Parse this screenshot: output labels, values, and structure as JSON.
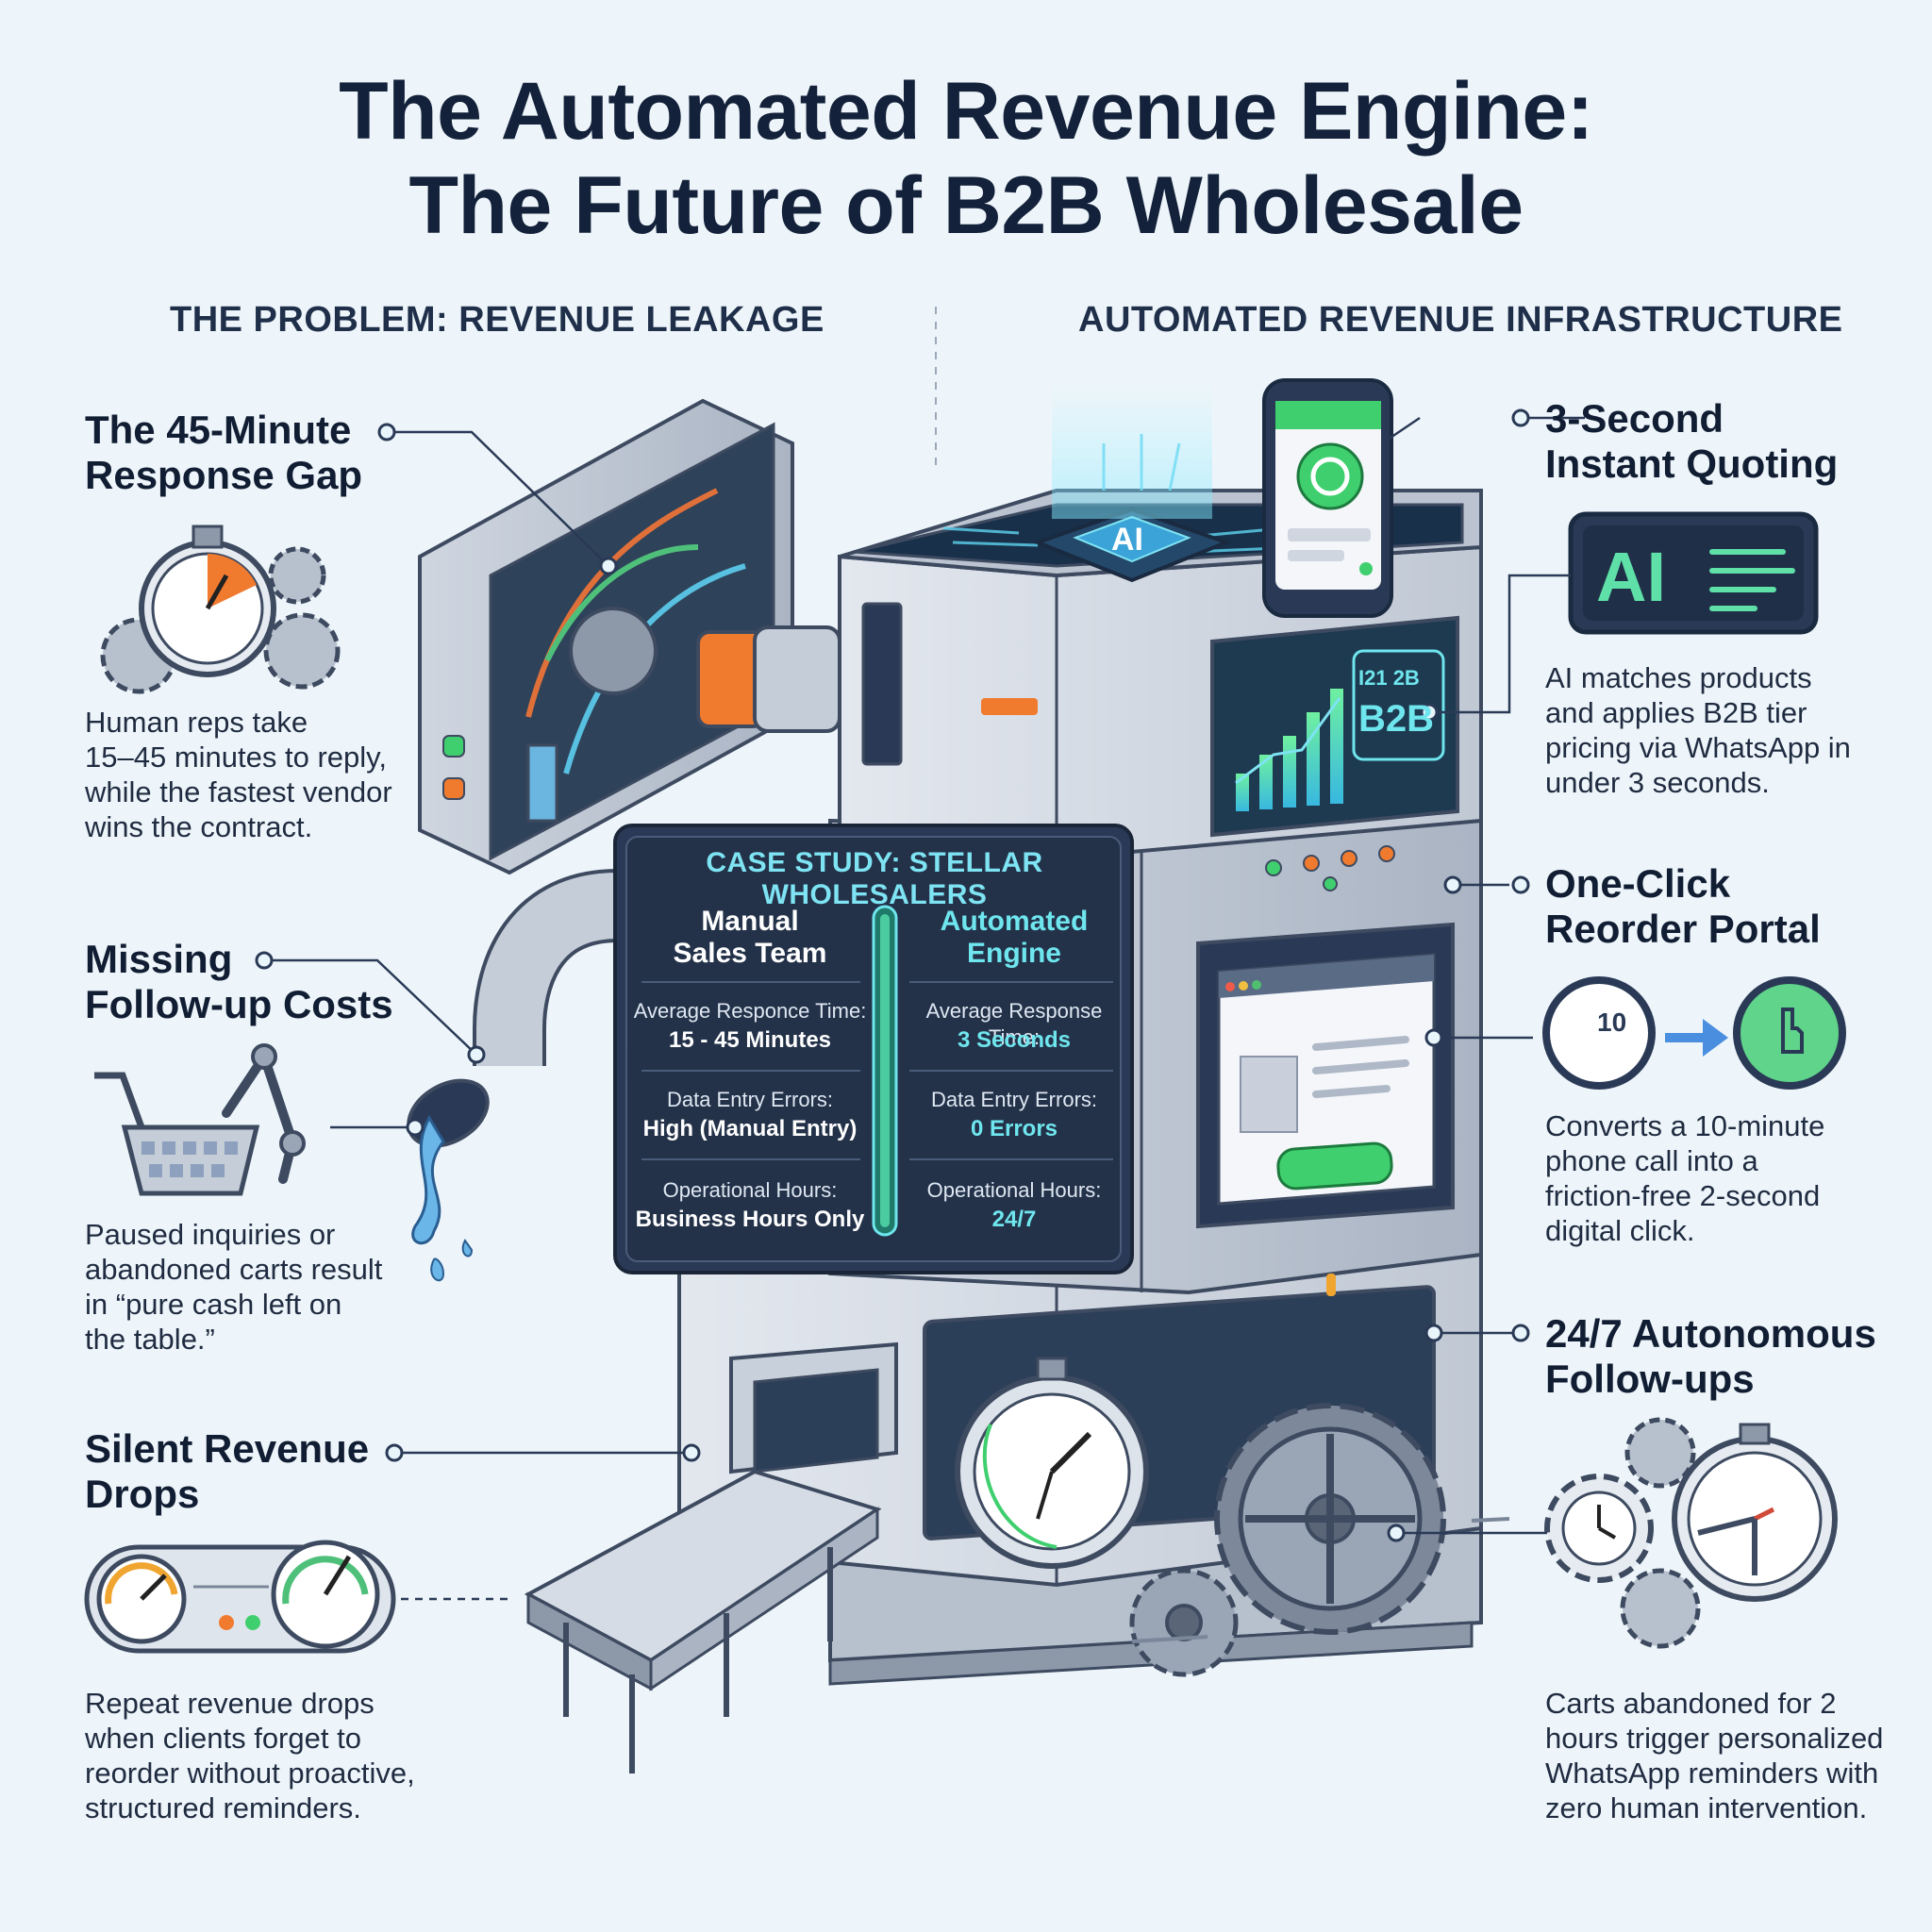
{
  "title_line1": "The Automated Revenue Engine:",
  "title_line2": "The Future of B2B Wholesale",
  "left_heading": "THE PROBLEM: REVENUE LEAKAGE",
  "right_heading": "AUTOMATED REVENUE INFRASTRUCTURE",
  "problems": [
    {
      "title_line1": "The 45-Minute",
      "title_line2": "Response Gap",
      "body": [
        "Human reps take",
        "15–45 minutes to reply,",
        "while the fastest vendor",
        "wins the contract."
      ]
    },
    {
      "title_line1": "Missing",
      "title_line2": "Follow-up Costs",
      "body": [
        "Paused inquiries or",
        "abandoned carts result",
        "in “pure cash left on",
        "the table.”"
      ]
    },
    {
      "title_line1": "Silent Revenue",
      "title_line2": "Drops",
      "body": [
        "Repeat revenue drops",
        "when clients forget to",
        "reorder without proactive,",
        "structured reminders."
      ]
    }
  ],
  "solutions": [
    {
      "title_line1": "3-Second",
      "title_line2": "Instant Quoting",
      "body": [
        "AI matches products",
        "and applies B2B tier",
        "pricing via WhatsApp in",
        "under 3 seconds."
      ]
    },
    {
      "title_line1": "One-Click",
      "title_line2": "Reorder Portal",
      "body": [
        "Converts a 10-minute",
        "phone call into a",
        "friction-free 2-second",
        "digital click."
      ]
    },
    {
      "title_line1": "24/7 Autonomous",
      "title_line2": "Follow-ups",
      "body": [
        "Carts abandoned for 2",
        "hours trigger personalized",
        "WhatsApp reminders with",
        "zero human intervention."
      ]
    }
  ],
  "case_study": {
    "title": "CASE STUDY: STELLAR WHOLESALERS",
    "manual_line1": "Manual",
    "manual_line2": "Sales Team",
    "auto_line1": "Automated",
    "auto_line2": "Engine",
    "rows": [
      {
        "manual_label": "Average Responce Time:",
        "manual_value": "15 - 45 Minutes",
        "auto_label": "Average Response Time:",
        "auto_value": "3 Seconds"
      },
      {
        "manual_label": "Data Entry Errors:",
        "manual_value": "High (Manual Entry)",
        "auto_label": "Data Entry Errors:",
        "auto_value": "0 Errors"
      },
      {
        "manual_label": "Operational Hours:",
        "manual_value": "Business Hours Only",
        "auto_label": "Operational Hours:",
        "auto_value": "24/7"
      }
    ]
  },
  "illustration": {
    "chip_label": "AI",
    "ai_badge": "AI",
    "b2b_label": "B2B",
    "b2b_tag": "I21 2B",
    "clock_number": "10"
  },
  "colors": {
    "accent_cyan": "#6fe6ee",
    "accent_green": "#3fcf6e",
    "accent_orange": "#f07a2e",
    "navy": "#2a3a56"
  }
}
